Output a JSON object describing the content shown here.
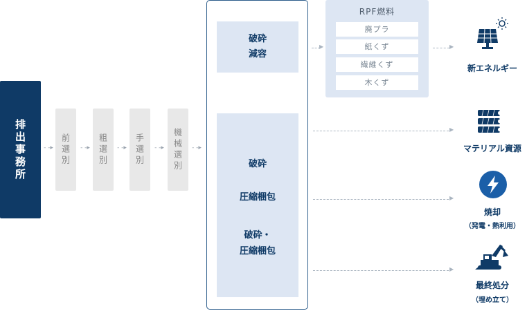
{
  "source": {
    "label": "排出事務所"
  },
  "sorting_steps": [
    "前選別",
    "粗選別",
    "手選別",
    "機械選別"
  ],
  "process_block": {
    "top": {
      "lines": [
        "破砕",
        "減容"
      ]
    },
    "bottom": {
      "items": [
        "破砕",
        "圧縮梱包",
        "破砕・",
        "圧縮梱包"
      ]
    }
  },
  "rpf": {
    "title": "RPF燃料",
    "items": [
      "廃プラ",
      "紙くず",
      "繊維くず",
      "木くず"
    ]
  },
  "destinations": [
    {
      "label": "新エネルギー",
      "sub": "",
      "icon": "solar-panel-icon"
    },
    {
      "label": "マテリアル資源",
      "sub": "",
      "icon": "material-stack-icon"
    },
    {
      "label": "焼却",
      "sub": "（発電・熱利用）",
      "icon": "lightning-icon"
    },
    {
      "label": "最終処分",
      "sub": "（埋め立て）",
      "icon": "excavator-icon"
    }
  ],
  "colors": {
    "navy": "#0f3a66",
    "light_blue": "#dde6f3",
    "gray_step": "#e8e8e8"
  }
}
